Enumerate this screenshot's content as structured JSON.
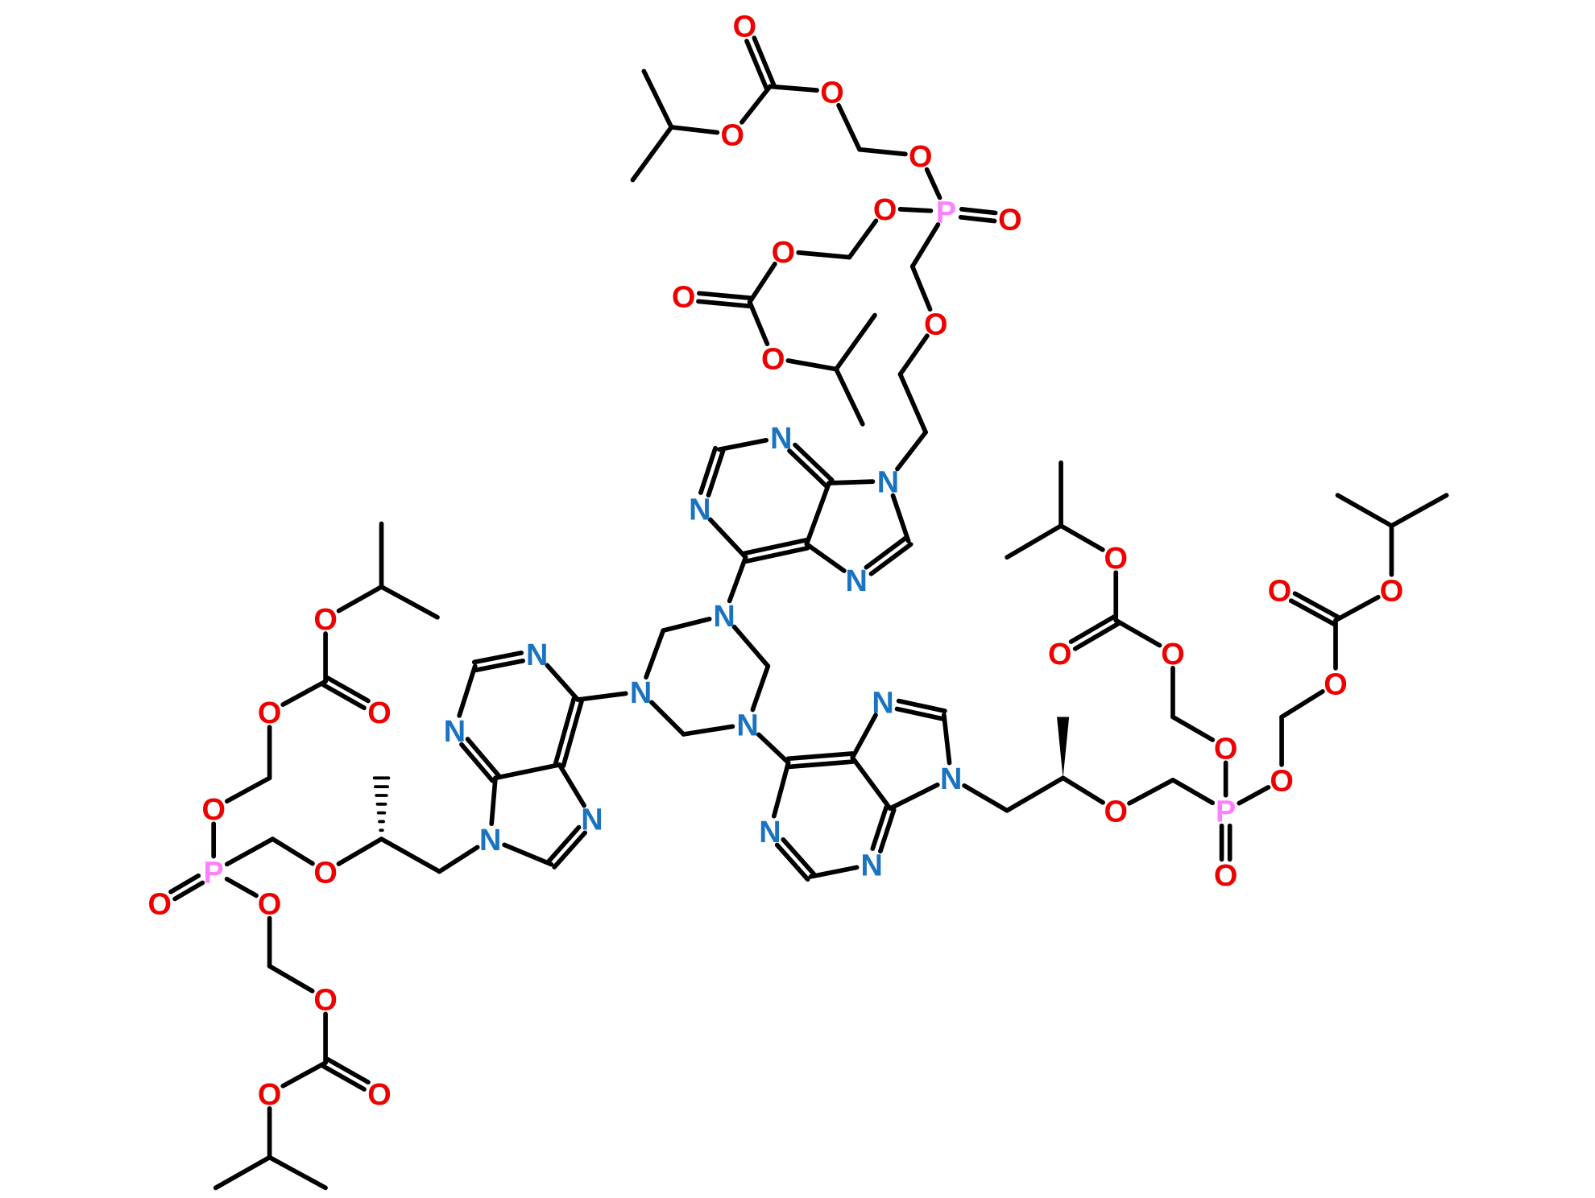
{
  "diagram": {
    "type": "chemical-structure",
    "element_labels": {
      "O": "O",
      "N": "N",
      "P": "P"
    },
    "colors": {
      "bond": "#000000",
      "O": "#ee0000",
      "N": "#1a73c0",
      "P": "#ff80ff",
      "background": "#ffffff"
    }
  }
}
